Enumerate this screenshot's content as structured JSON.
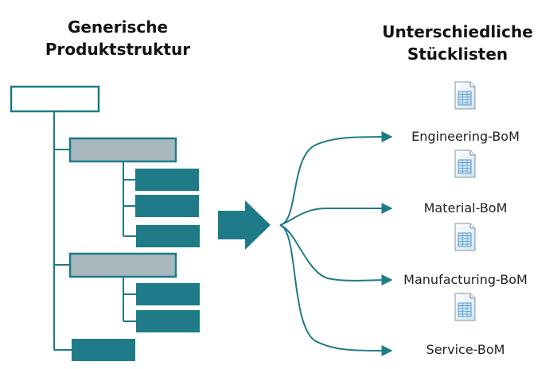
{
  "left_heading": {
    "line1": "Generische",
    "line2": "Produktstruktur"
  },
  "right_heading": {
    "line1": "Unterschiedliche",
    "line2": "Stücklisten"
  },
  "bom_lists": [
    {
      "label": "Engineering-BoM",
      "icon": "bom-document-icon"
    },
    {
      "label": "Material-BoM",
      "icon": "bom-document-icon"
    },
    {
      "label": "Manufacturing-BoM",
      "icon": "bom-document-icon"
    },
    {
      "label": "Service-BoM",
      "icon": "bom-document-icon"
    }
  ],
  "colors": {
    "accent": "#1e7b87",
    "line": "#1e7b87",
    "assembly_fill": "#a7b7bd",
    "root_fill": "#ffffff"
  }
}
